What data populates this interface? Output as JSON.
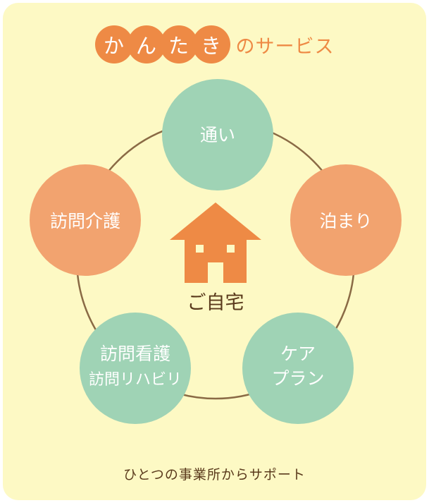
{
  "title": {
    "kana": [
      "か",
      "ん",
      "た",
      "き"
    ],
    "suffix": "のサービス"
  },
  "center": {
    "label": "ご自宅",
    "icon": "house-icon"
  },
  "services": [
    {
      "id": "kayoi",
      "lines": [
        "通い"
      ],
      "color": "#9fd3b5"
    },
    {
      "id": "tomari",
      "lines": [
        "泊まり"
      ],
      "color": "#f2a36f"
    },
    {
      "id": "care-plan",
      "lines": [
        "ケア",
        "プラン"
      ],
      "color": "#9fd3b5"
    },
    {
      "id": "home-nursing",
      "lines": [
        "訪問看護",
        "訪問リハビリ"
      ],
      "color": "#9fd3b5"
    },
    {
      "id": "home-care",
      "lines": [
        "訪問介護"
      ],
      "color": "#f2a36f"
    }
  ],
  "footer": "ひとつの事業所からサポート",
  "colors": {
    "background": "#fdf9c4",
    "accent_orange": "#ee8a45",
    "ring": "#8a6a45",
    "text_brown": "#5a3a1c"
  }
}
